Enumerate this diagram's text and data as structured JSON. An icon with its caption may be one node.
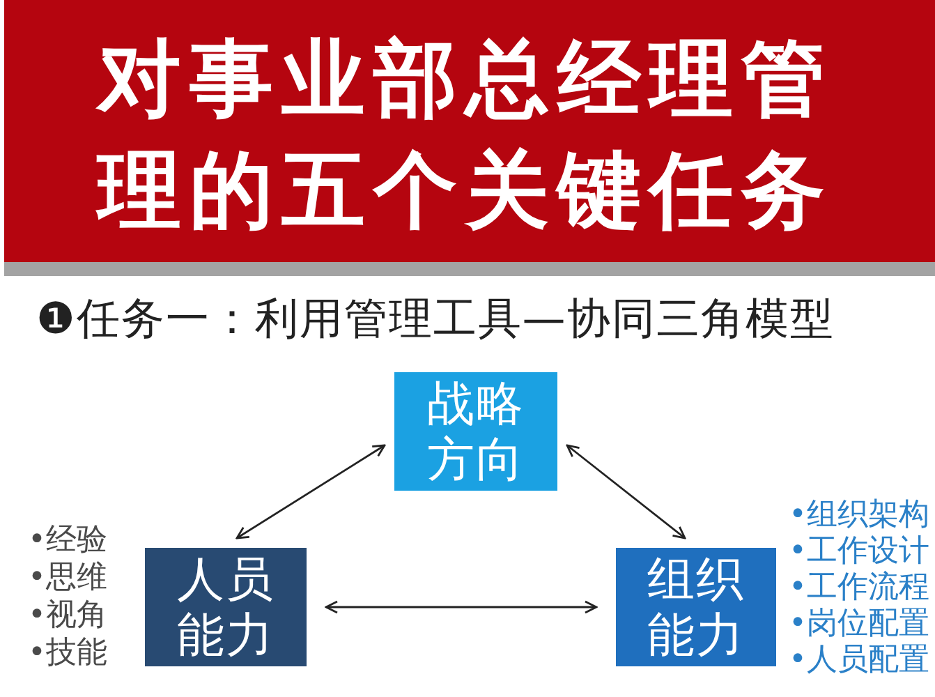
{
  "diagram": {
    "title": "对事业部总经理管理的五个关键任务",
    "nodes": [
      {
        "text": [
          "战略方向"
        ]
      },
      {
        "text": [
          "人员能力"
        ],
        "beside": [
          "•经验",
          "•思维",
          "•视角",
          "•技能"
        ]
      },
      {
        "text": [
          "组织能力"
        ],
        "beside": [
          "•组织架构",
          "•工作设计",
          "•工作流程",
          "•岗位配置",
          "•人员配置"
        ]
      }
    ],
    "edges": [
      {
        "from": 1,
        "to": 0,
        "arrow": "both"
      },
      {
        "from": 0,
        "to": 2,
        "arrow": "both"
      },
      {
        "from": 1,
        "to": 2,
        "arrow": "both"
      }
    ],
    "labels": [
      "❶任务一：利用管理工具—协同三角模型"
    ]
  }
}
